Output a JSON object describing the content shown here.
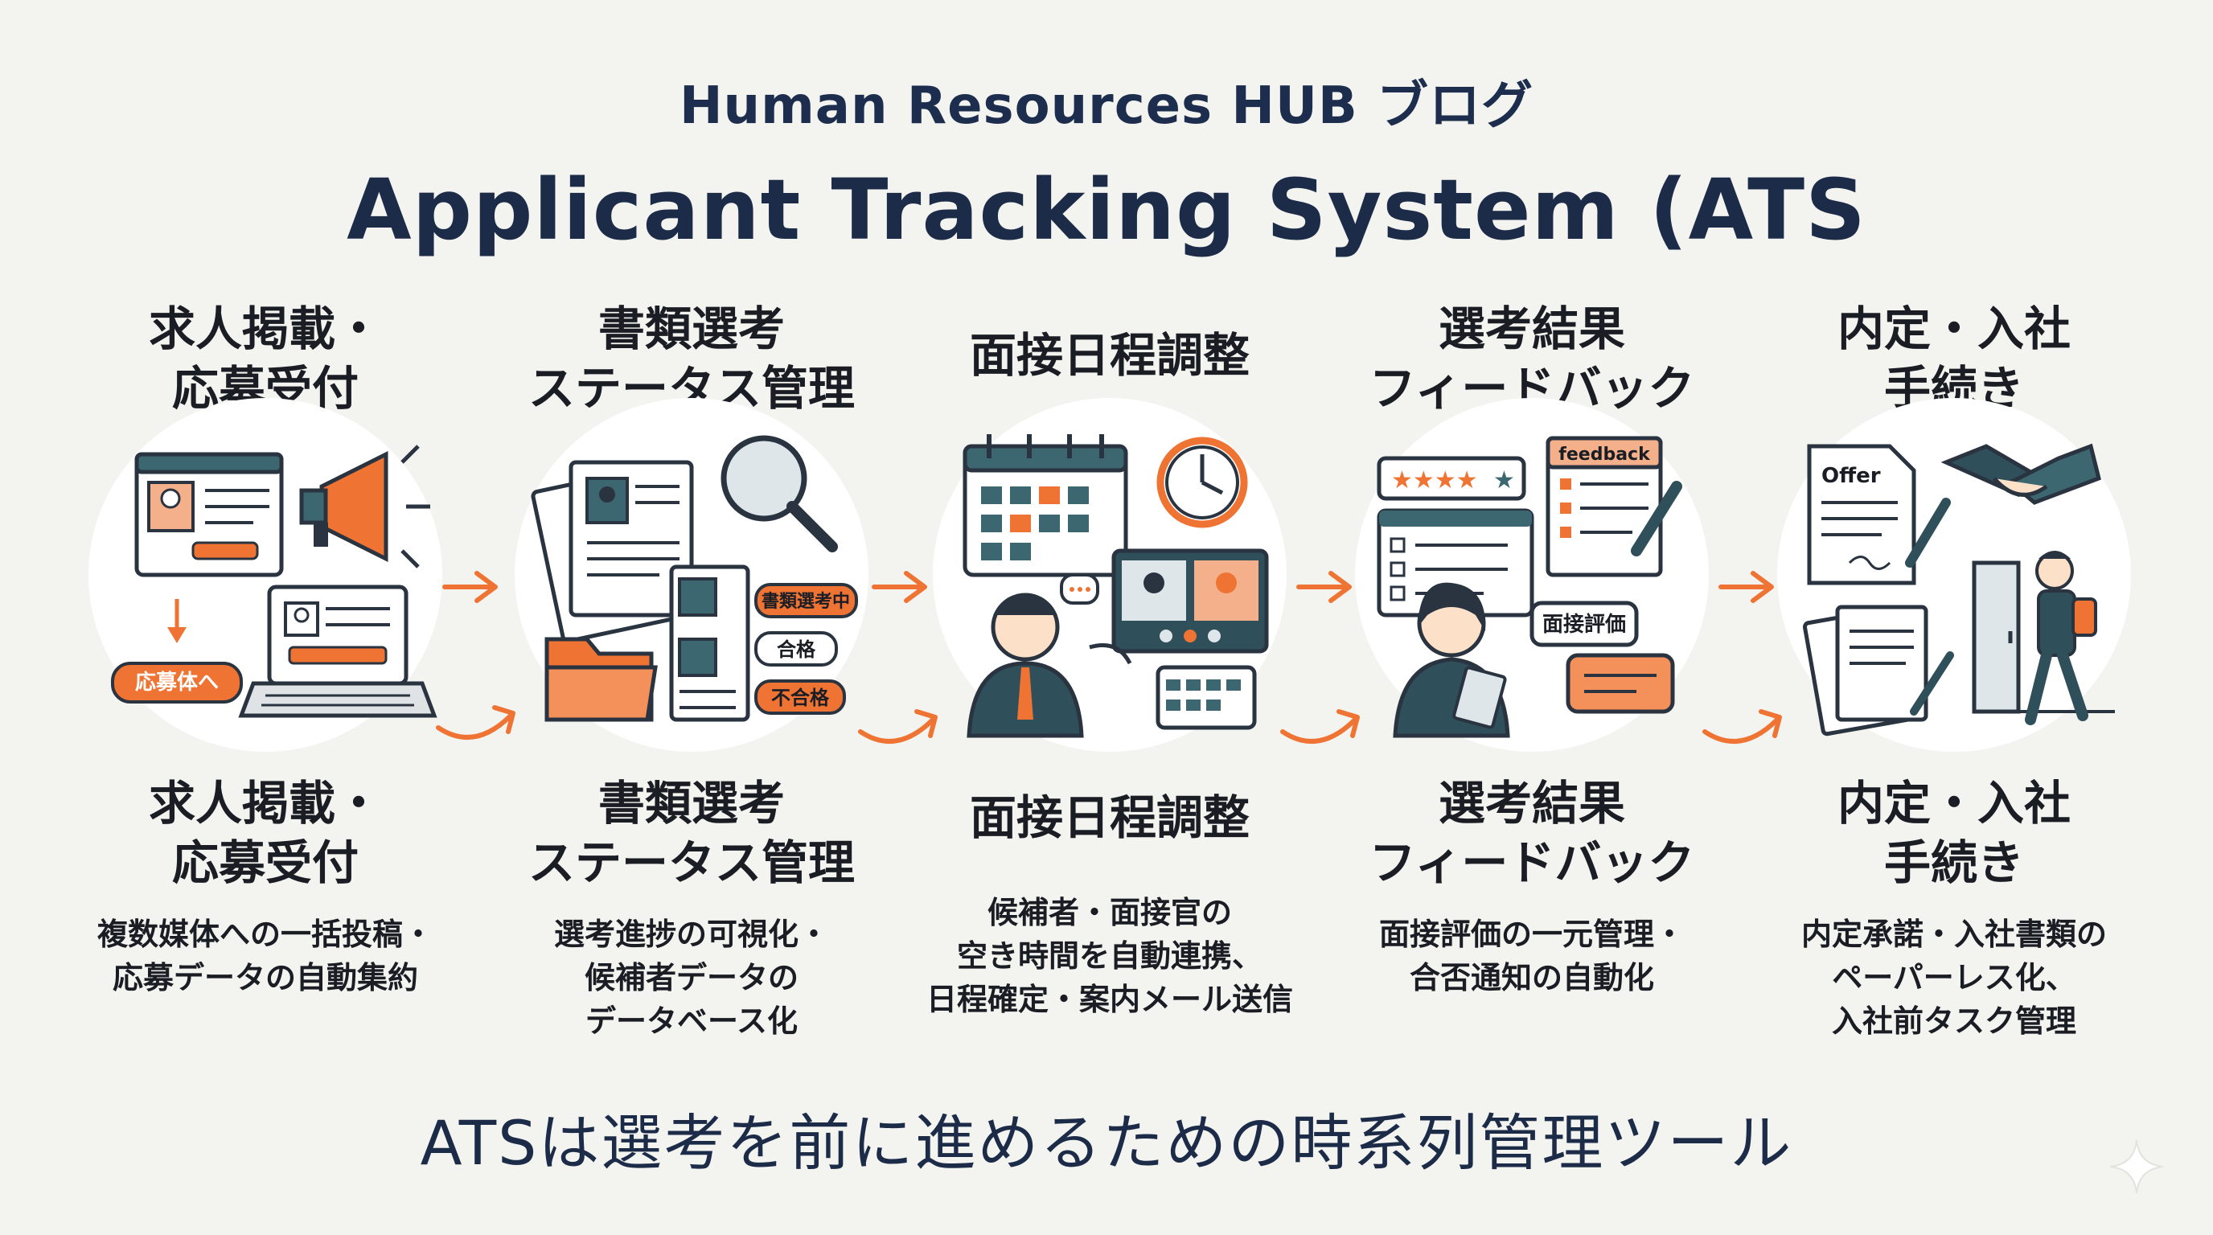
{
  "header": {
    "subtitle": "Human Resources HUB ブログ",
    "title": "Applicant Tracking System (ATS"
  },
  "stages": [
    {
      "title_top": [
        "求人掲載・",
        "応募受付"
      ],
      "title_bottom": [
        "求人掲載・",
        "応募受付"
      ],
      "desc": [
        "複数媒体への一括投稿・",
        "応募データの自動集約"
      ],
      "chips": {
        "apply": "応募体へ"
      }
    },
    {
      "title_top": [
        "書類選考",
        "ステータス管理"
      ],
      "title_bottom": [
        "書類選考",
        "ステータス管理"
      ],
      "desc": [
        "選考進捗の可視化・",
        "候補者データの",
        "データベース化"
      ],
      "chips": {
        "screening": "書類選考中",
        "pass": "合格",
        "fail": "不合格"
      }
    },
    {
      "title_top": [
        "面接日程調整"
      ],
      "title_bottom": [
        "面接日程調整"
      ],
      "desc": [
        "候補者・面接官の",
        "空き時間を自動連携、",
        "日程確定・案内メール送信"
      ],
      "chips": {}
    },
    {
      "title_top": [
        "選考結果",
        "フィードバック"
      ],
      "title_bottom": [
        "選考結果",
        "フィードバック"
      ],
      "desc": [
        "面接評価の一元管理・",
        "合否通知の自動化"
      ],
      "chips": {
        "feedback": "feedback",
        "evaluation": "面接評価"
      }
    },
    {
      "title_top": [
        "内定・入社",
        "手続き"
      ],
      "title_bottom": [
        "内定・入社",
        "手続き"
      ],
      "desc": [
        "内定承諾・入社書類の",
        "ペーパーレス化、",
        "入社前タスク管理"
      ],
      "chips": {
        "offer": "Offer"
      }
    }
  ],
  "footer": "ATSは選考を前に進めるための時系列管理ツール",
  "colors": {
    "accent": "#ef7433",
    "navy": "#1c2b48",
    "teal": "#2f4f5a"
  },
  "icons": [
    "browser-icon",
    "megaphone-icon",
    "laptop-icon",
    "resume-icon",
    "magnifier-icon",
    "folder-icon",
    "calendar-icon",
    "clock-icon",
    "video-call-icon",
    "person-icon",
    "rating-icon",
    "checklist-icon",
    "pen-icon",
    "speech-bubble-icon",
    "offer-document-icon",
    "handshake-icon",
    "door-icon",
    "walking-person-icon",
    "sparkle-icon"
  ]
}
